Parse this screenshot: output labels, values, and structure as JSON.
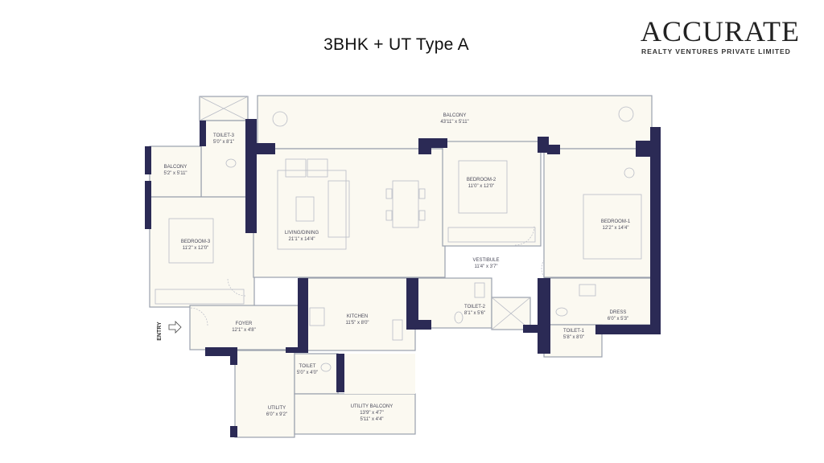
{
  "title": "3BHK + UT Type A",
  "logo": {
    "brand": "ACCURATE",
    "tagline": "REALTY VENTURES PRIVATE LIMITED",
    "accent_color": "#d0202a"
  },
  "entry_label": "ENTRY",
  "wall_color": "#2b2a55",
  "floor_color": "#fbf9f1",
  "rooms": {
    "balcony_main": {
      "name": "BALCONY",
      "size": "43'11\" x 5'11\""
    },
    "toilet3": {
      "name": "TOILET-3",
      "size": "5'0\" x 8'1\""
    },
    "balcony_small": {
      "name": "BALCONY",
      "size": "5'2\" x 5'11\""
    },
    "bedroom3": {
      "name": "BEDROOM-3",
      "size": "11'2\" x 12'0\""
    },
    "living": {
      "name": "LIVING/DINING",
      "size": "21'1\" x 14'4\""
    },
    "bedroom2": {
      "name": "BEDROOM-2",
      "size": "11'0\" x 12'0\""
    },
    "bedroom1": {
      "name": "BEDROOM-1",
      "size": "12'2\" x 14'4\""
    },
    "vestibule": {
      "name": "VESTIBULE",
      "size": "11'4\" x 3'7\""
    },
    "foyer": {
      "name": "FOYER",
      "size": "12'1\" x 4'8\""
    },
    "kitchen": {
      "name": "KITCHEN",
      "size": "11'5\" x 8'0\""
    },
    "toilet2": {
      "name": "TOILET-2",
      "size": "8'1\" x 5'6\""
    },
    "dress": {
      "name": "DRESS",
      "size": "6'0\" x 5'3\""
    },
    "toilet1": {
      "name": "TOILET-1",
      "size": "5'8\" x 8'0\""
    },
    "toilet": {
      "name": "TOILET",
      "size": "5'0\" x 4'0\""
    },
    "utility": {
      "name": "UTILITY",
      "size": "6'0\" x 9'2\""
    },
    "utility_balcony": {
      "name": "UTILITY BALCONY",
      "size": "13'9\" x 4'7\"",
      "size2": "5'11\" x 4'4\""
    }
  }
}
